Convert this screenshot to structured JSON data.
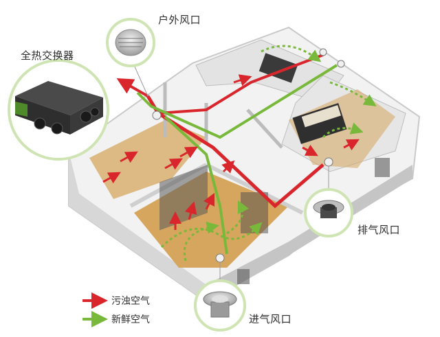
{
  "labels": {
    "outdoor_vent": "户外风口",
    "heat_exchanger": "全热交换器",
    "exhaust_vent": "排气风口",
    "intake_vent": "进气风口"
  },
  "legend": [
    {
      "text": "污浊空气",
      "color": "#d9262c"
    },
    {
      "text": "新鲜空气",
      "color": "#78b83a"
    }
  ],
  "colors": {
    "dirty_air": "#d9262c",
    "fresh_air": "#78b83a",
    "wall": "#e9e9e9",
    "floor_wood": "#d6a65e",
    "callout_ring": "#cfe4b3"
  }
}
